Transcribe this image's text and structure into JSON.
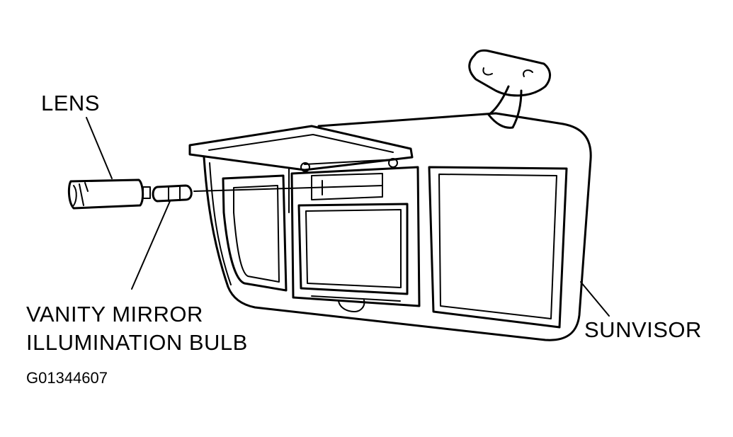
{
  "labels": {
    "lens": "LENS",
    "bulb_line1": "VANITY MIRROR",
    "bulb_line2": "ILLUMINATION BULB",
    "sunvisor": "SUNVISOR",
    "figure_id": "G01344607"
  },
  "colors": {
    "ink": "#000000",
    "paper": "#ffffff"
  }
}
